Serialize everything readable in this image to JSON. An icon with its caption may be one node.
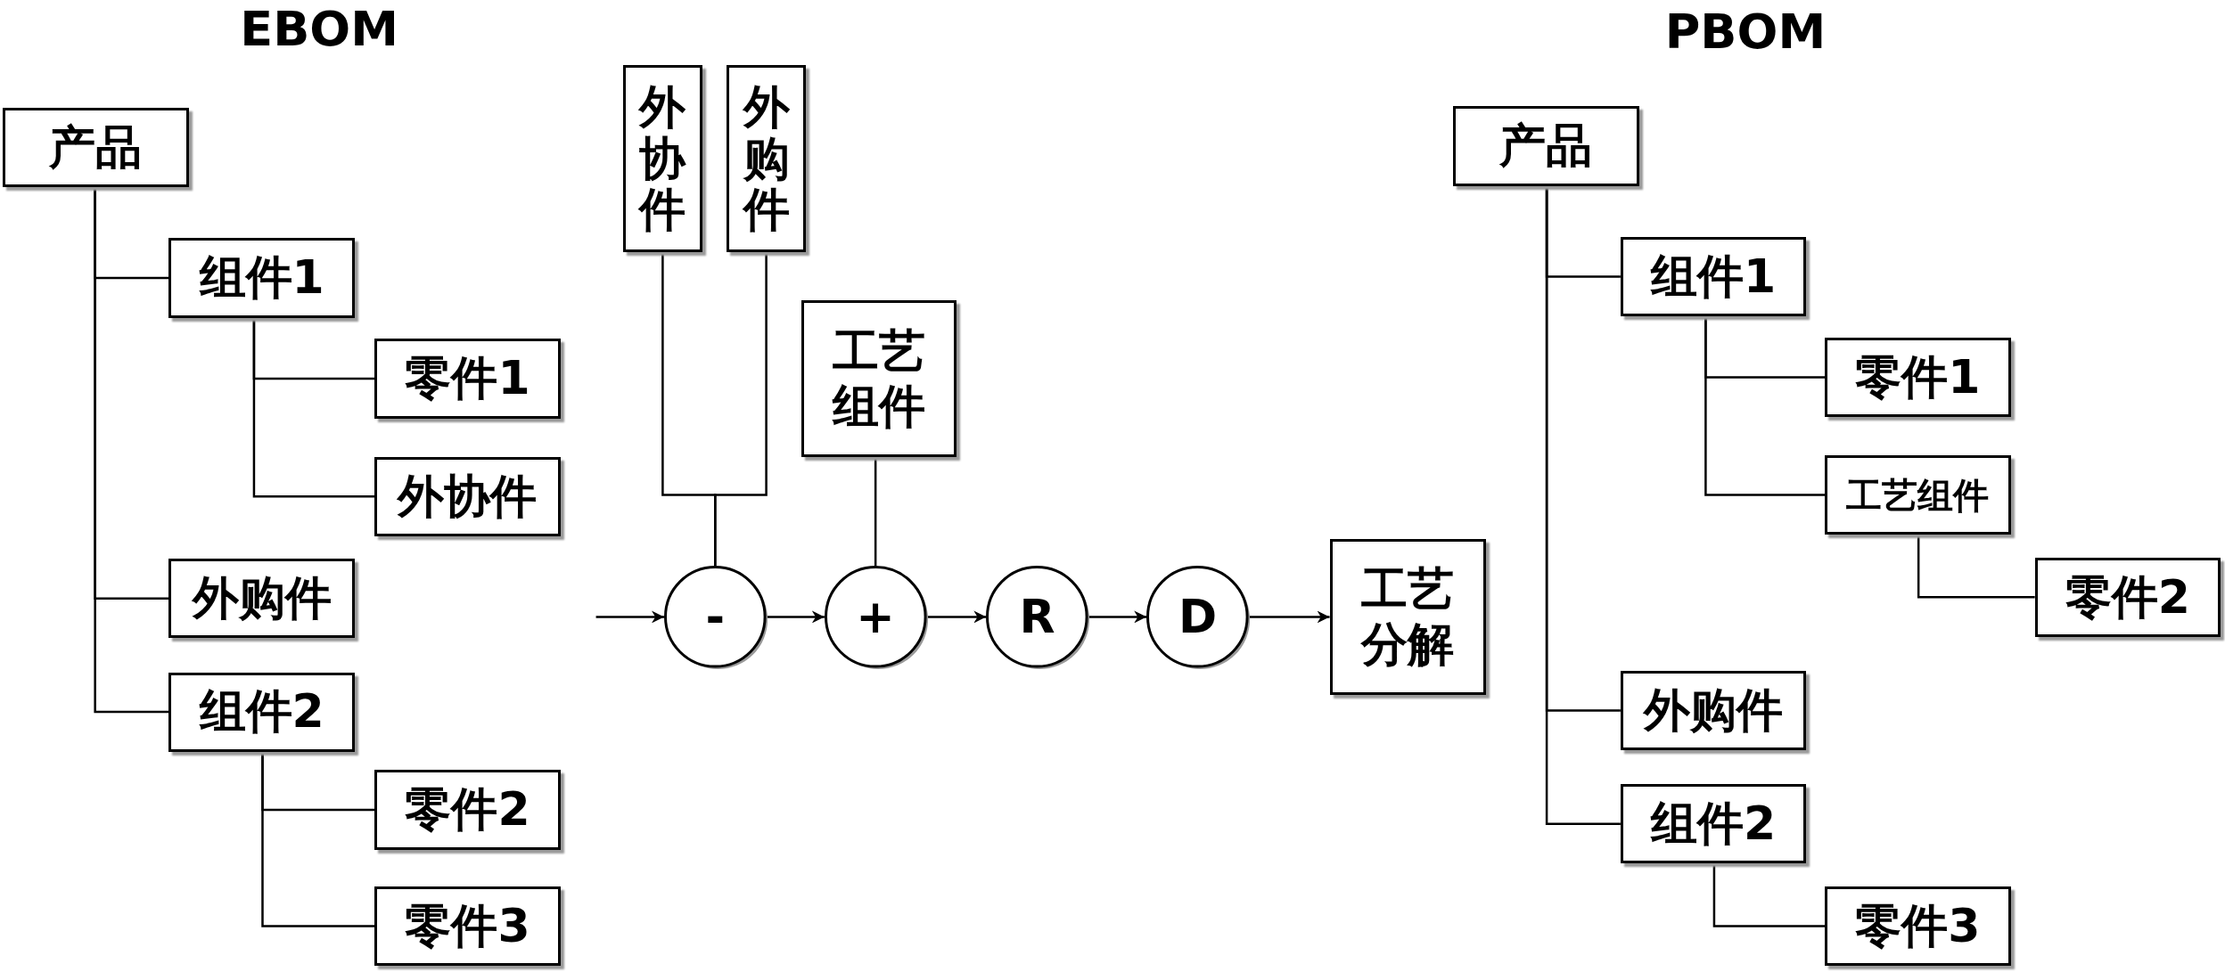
{
  "diagram": {
    "nodes": [
      {
        "text": [
          "产品"
        ]
      },
      {
        "text": [
          "组件1"
        ]
      },
      {
        "text": [
          "零件1"
        ]
      },
      {
        "text": [
          "外协件"
        ]
      },
      {
        "text": [
          "外购件"
        ]
      },
      {
        "text": [
          "组件2"
        ]
      },
      {
        "text": [
          "零件2"
        ]
      },
      {
        "text": [
          "零件3"
        ]
      },
      {
        "text": [
          "外协件"
        ]
      },
      {
        "text": [
          "外购件"
        ]
      },
      {
        "text": [
          "工艺组件"
        ]
      },
      {
        "text": [
          "-"
        ]
      },
      {
        "text": [
          "+"
        ]
      },
      {
        "text": [
          "R"
        ]
      },
      {
        "text": [
          "D"
        ]
      },
      {
        "text": [
          "工艺分解"
        ]
      },
      {
        "text": [
          "产品"
        ]
      },
      {
        "text": [
          "组件1"
        ]
      },
      {
        "text": [
          "零件1"
        ]
      },
      {
        "text": [
          "工艺组件"
        ]
      },
      {
        "text": [
          "零件2"
        ]
      },
      {
        "text": [
          "外购件"
        ]
      },
      {
        "text": [
          "组件2"
        ]
      },
      {
        "text": [
          "零件3"
        ]
      }
    ],
    "edges": [
      {
        "from": 0,
        "to": 1,
        "arrow": "none"
      },
      {
        "from": 0,
        "to": 4,
        "arrow": "none"
      },
      {
        "from": 0,
        "to": 5,
        "arrow": "none"
      },
      {
        "from": 1,
        "to": 2,
        "arrow": "none"
      },
      {
        "from": 1,
        "to": 3,
        "arrow": "none"
      },
      {
        "from": 5,
        "to": 6,
        "arrow": "none"
      },
      {
        "from": 5,
        "to": 7,
        "arrow": "none"
      },
      {
        "from": 8,
        "to": 11,
        "arrow": "none"
      },
      {
        "from": 9,
        "to": 11,
        "arrow": "none"
      },
      {
        "from": 10,
        "to": 12,
        "arrow": "none"
      },
      {
        "from": null,
        "to": 11,
        "arrow": "to"
      },
      {
        "from": 11,
        "to": 12,
        "arrow": "to"
      },
      {
        "from": 12,
        "to": 13,
        "arrow": "to"
      },
      {
        "from": 13,
        "to": 14,
        "arrow": "to"
      },
      {
        "from": 14,
        "to": 15,
        "arrow": "to"
      },
      {
        "from": 16,
        "to": 17,
        "arrow": "none"
      },
      {
        "from": 16,
        "to": 21,
        "arrow": "none"
      },
      {
        "from": 16,
        "to": 22,
        "arrow": "none"
      },
      {
        "from": 17,
        "to": 18,
        "arrow": "none"
      },
      {
        "from": 17,
        "to": 19,
        "arrow": "none"
      },
      {
        "from": 19,
        "to": 20,
        "arrow": "none"
      },
      {
        "from": 22,
        "to": 23,
        "arrow": "none"
      }
    ],
    "labels": [
      "EBOM",
      "PBOM"
    ]
  }
}
